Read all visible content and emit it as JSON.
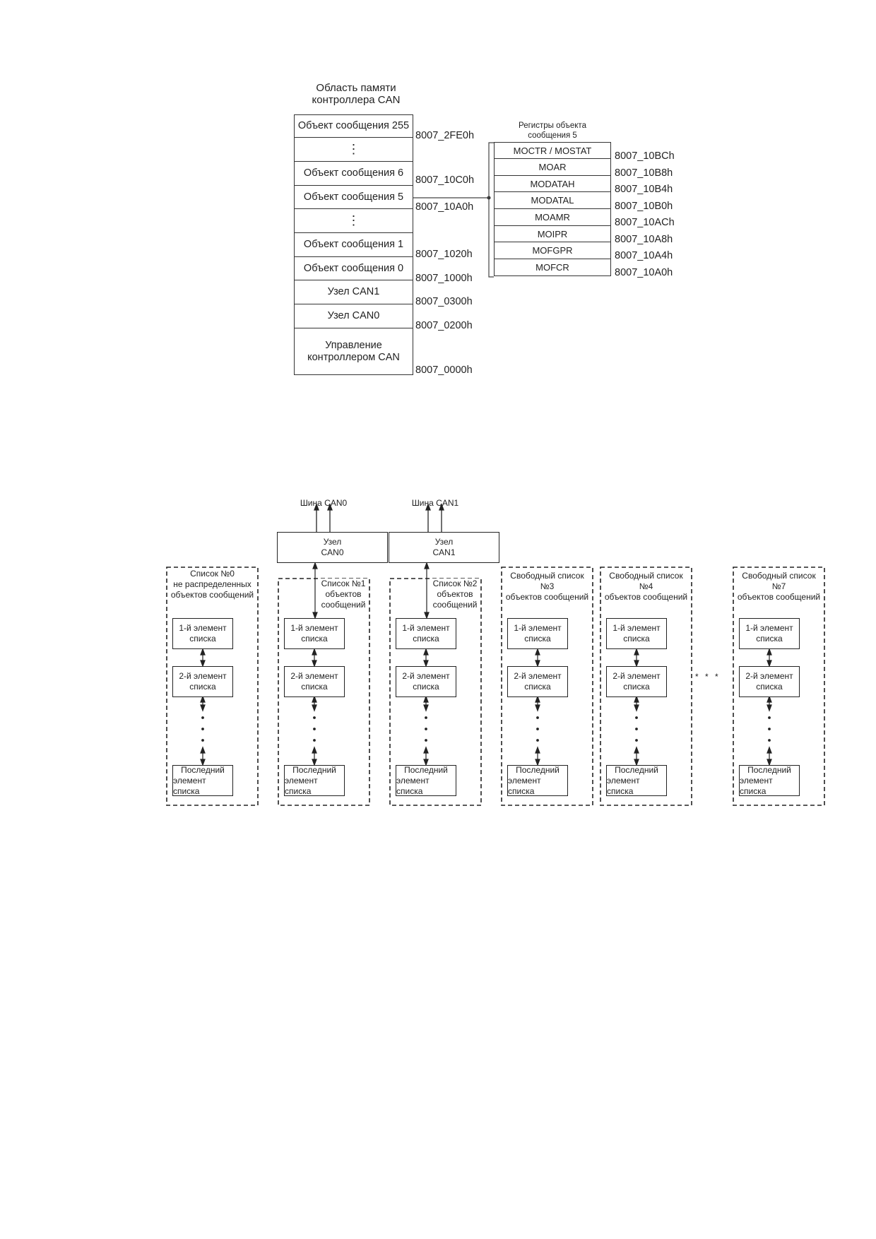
{
  "memory_map": {
    "title": [
      "Область памяти",
      "контроллера CAN"
    ],
    "cells": [
      "Объект сообщения 255",
      "⋮",
      "Объект сообщения 6",
      "Объект сообщения 5",
      "⋮",
      "Объект сообщения 1",
      "Объект сообщения 0",
      "Узел CAN1",
      "Узел CAN0",
      "Управление\nконтроллером CAN"
    ],
    "addresses": [
      "8007_2FE0h",
      "8007_10C0h",
      "8007_10A0h",
      "8007_1020h",
      "8007_1000h",
      "8007_0300h",
      "8007_0200h",
      "8007_0000h"
    ]
  },
  "registers": {
    "title": [
      "Регистры объекта",
      "сообщения 5"
    ],
    "cells": [
      "MOCTR / MOSTAT",
      "MOAR",
      "MODATAH",
      "MODATAL",
      "MOAMR",
      "MOIPR",
      "MOFGPR",
      "MOFCR"
    ],
    "addresses": [
      "8007_10BCh",
      "8007_10B8h",
      "8007_10B4h",
      "8007_10B0h",
      "8007_10ACh",
      "8007_10A8h",
      "8007_10A4h",
      "8007_10A0h"
    ]
  },
  "lists_diagram": {
    "buses": [
      "Шина CAN0",
      "Шина CAN1"
    ],
    "nodes": [
      [
        "Узел",
        "CAN0"
      ],
      [
        "Узел",
        "CAN1"
      ]
    ],
    "lists": [
      [
        "Список №0",
        "не распределенных",
        "объектов сообщений"
      ],
      [
        "Список №1",
        "объектов",
        "сообщений"
      ],
      [
        "Список №2",
        "объектов",
        "сообщений"
      ],
      [
        "Свободный список №3",
        "объектов сообщений"
      ],
      [
        "Свободный список №4",
        "объектов сообщений"
      ],
      [
        "Свободный список №7",
        "объектов сообщений"
      ]
    ],
    "elements": [
      [
        "1-й элемент",
        "списка"
      ],
      [
        "2-й элемент",
        "списка"
      ],
      [
        "Последний",
        "элемент списка"
      ]
    ],
    "ellipsis": "* * *"
  }
}
